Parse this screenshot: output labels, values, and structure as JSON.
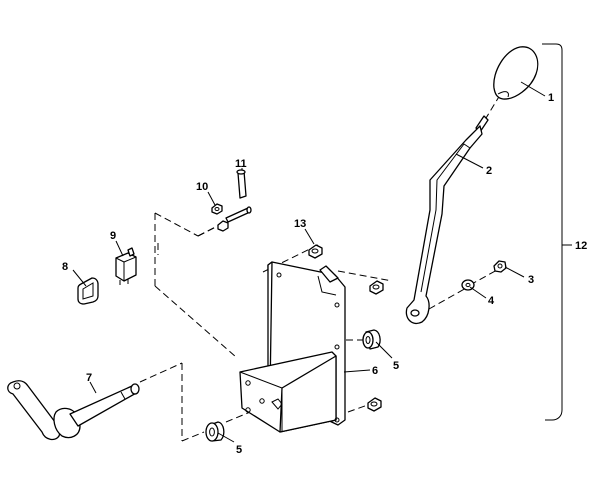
{
  "callouts": {
    "c1": "1",
    "c2": "2",
    "c3": "3",
    "c4": "4",
    "c5a": "5",
    "c5b": "5",
    "c6": "6",
    "c7": "7",
    "c8": "8",
    "c9": "9",
    "c10": "10",
    "c11": "11",
    "c12": "12",
    "c13": "13"
  }
}
